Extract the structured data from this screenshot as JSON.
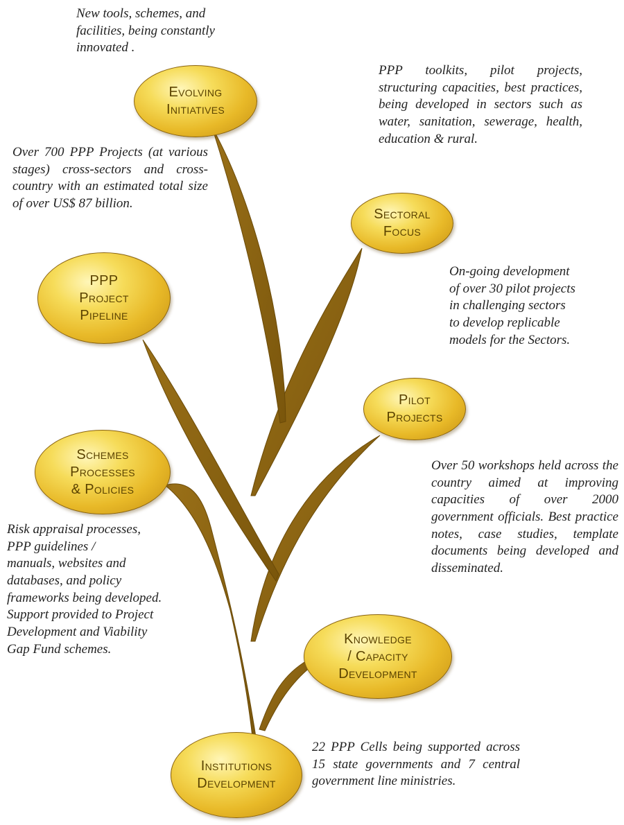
{
  "colors": {
    "branch": "#8c6414",
    "branch_dark": "#6a4a08",
    "node_fill": "#e8b928",
    "node_highlight": "#fff6b8",
    "node_text": "#5a4200",
    "note_text": "#222222"
  },
  "nodes": {
    "evolving_initiatives": "Evolving\nInitiatives",
    "sectoral_focus": "Sectoral\nFocus",
    "ppp_project_pipeline": "PPP\nProject\nPipeline",
    "pilot_projects": "Pilot\nProjects",
    "schemes_processes_policies": "Schemes\nProcesses\n& Policies",
    "knowledge_capacity_development": "Knowledge\n/ Capacity\nDevelopment",
    "institutions_development": "Institutions\nDevelopment"
  },
  "notes": {
    "evolving_initiatives": "New tools, schemes, and\nfacilities, being constantly\ninnovated .",
    "sectoral_focus": "PPP toolkits, pilot projects, structuring capacities, best practices, being developed in sectors such as water, sanitation, sewerage, health, education & rural.",
    "ppp_project_pipeline": "Over 700 PPP Projects (at various stages) cross-sectors and cross-country with an estimated total size of over US$ 87 billion.",
    "pilot_projects": "On-going development\nof over 30 pilot projects\nin challenging sectors\nto develop replicable\nmodels for the  Sectors.",
    "knowledge_capacity_development": "Over 50 workshops held across the country aimed at improving capacities of over 2000 government officials. Best practice notes, case studies, template documents being developed and disseminated.",
    "schemes_processes_policies": "Risk appraisal processes,\nPPP guidelines /\nmanuals, websites and\ndatabases, and policy\nframeworks being developed.\nSupport provided to Project\nDevelopment  and Viability\nGap Fund schemes.",
    "institutions_development": "22 PPP Cells being supported across 15 state governments and 7 central government line ministries."
  }
}
